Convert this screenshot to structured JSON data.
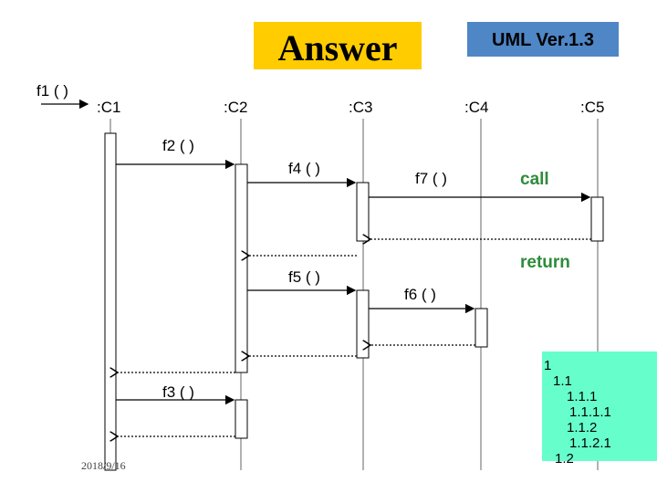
{
  "title": "Answer",
  "version": "UML Ver.1.3",
  "objects": [
    ":C1",
    ":C2",
    ":C3",
    ":C4",
    ":C5"
  ],
  "messages": {
    "f1": "f1 ( )",
    "f2": "f2 ( )",
    "f3": "f3 ( )",
    "f4": "f4 ( )",
    "f5": "f5 ( )",
    "f6": "f6 ( )",
    "f7": "f7 ( )",
    "call": "call",
    "return": "return"
  },
  "numbering": [
    "1",
    "1.1",
    "1.1.1",
    "1.1.1.1",
    "1.1.2",
    "1.1.2.1",
    "1.2"
  ],
  "date": "2018/9/16",
  "colors": {
    "title_bg": "#ffcc00",
    "version_bg": "#4f86c6",
    "numbering_bg": "#66ffcc",
    "annotation_text": "#2e8b3a"
  }
}
